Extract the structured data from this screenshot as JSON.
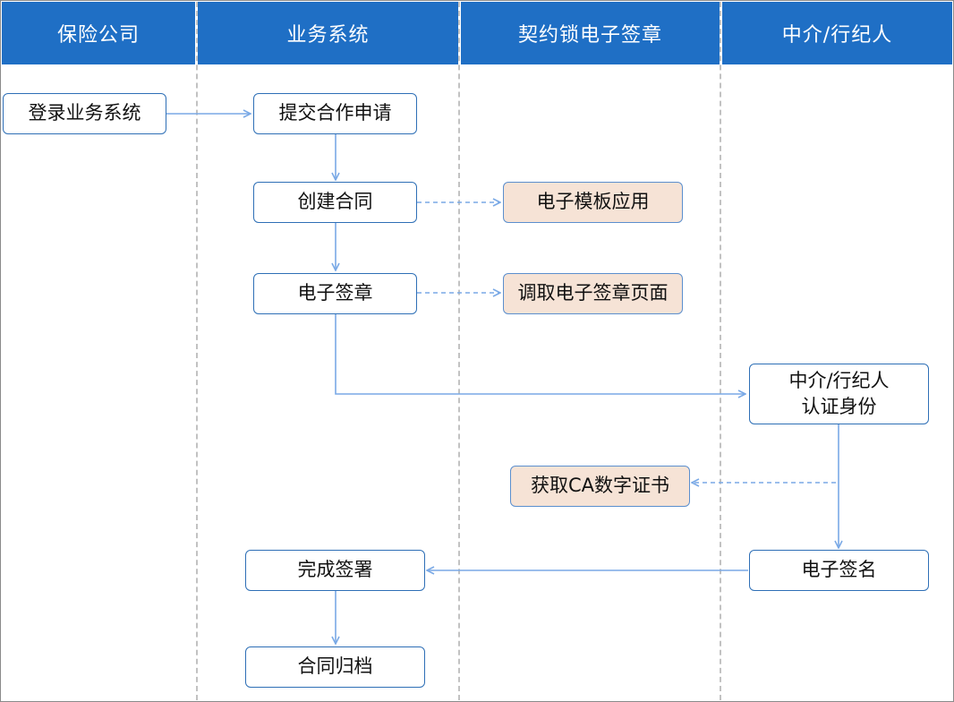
{
  "lanes": [
    {
      "id": "insurance",
      "label": "保险公司"
    },
    {
      "id": "business",
      "label": "业务系统"
    },
    {
      "id": "qys",
      "label": "契约锁电子签章"
    },
    {
      "id": "agent",
      "label": "中介/行纪人"
    }
  ],
  "nodes": {
    "login": "登录业务系统",
    "submit_application": "提交合作申请",
    "create_contract": "创建合同",
    "template_apply": "电子模板应用",
    "e_seal": "电子签章",
    "seal_page": "调取电子签章页面",
    "verify_identity": "中介/行纪人\n认证身份",
    "get_ca_cert": "获取CA数字证书",
    "e_sign": "电子签名",
    "finish_sign": "完成签署",
    "archive": "合同归档"
  },
  "colors": {
    "header": "#1f6fc5",
    "box_border": "#2e6fb6",
    "highlight_fill": "#f6e3d6",
    "arrow": "#7aa9e6"
  }
}
